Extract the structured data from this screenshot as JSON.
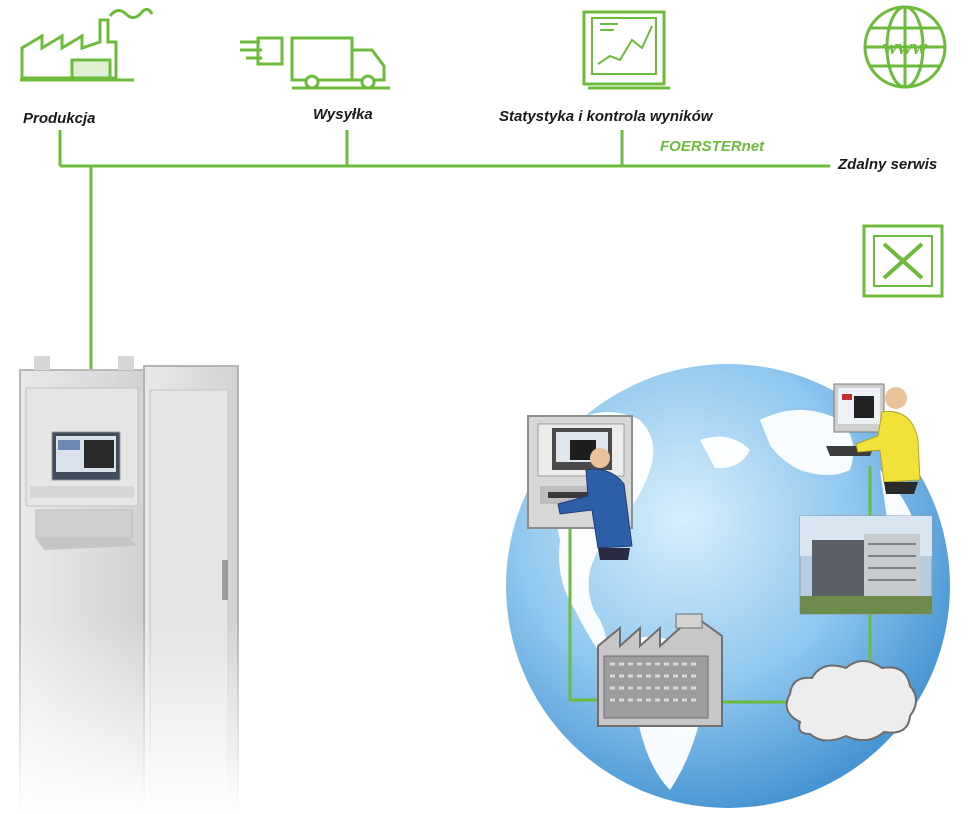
{
  "labels": {
    "production": "Produkcja",
    "shipping": "Wysyłka",
    "statistics": "Statystyka i kontrola wyników",
    "network": "FOERSTERnet",
    "remote_service": "Zdalny serwis"
  },
  "colors": {
    "accent_green": "#6cbb3c",
    "globe_blue": "#8fc7ee",
    "land_white": "#ffffff"
  },
  "icons": [
    "factory-icon",
    "truck-icon",
    "statistics-chart-icon",
    "www-globe-icon",
    "excel-icon",
    "test-cabinet-icon",
    "operator-workstation-icon",
    "remote-engineer-icon",
    "office-building-icon",
    "plant-icon",
    "internet-cloud-icon",
    "world-globe-icon"
  ]
}
